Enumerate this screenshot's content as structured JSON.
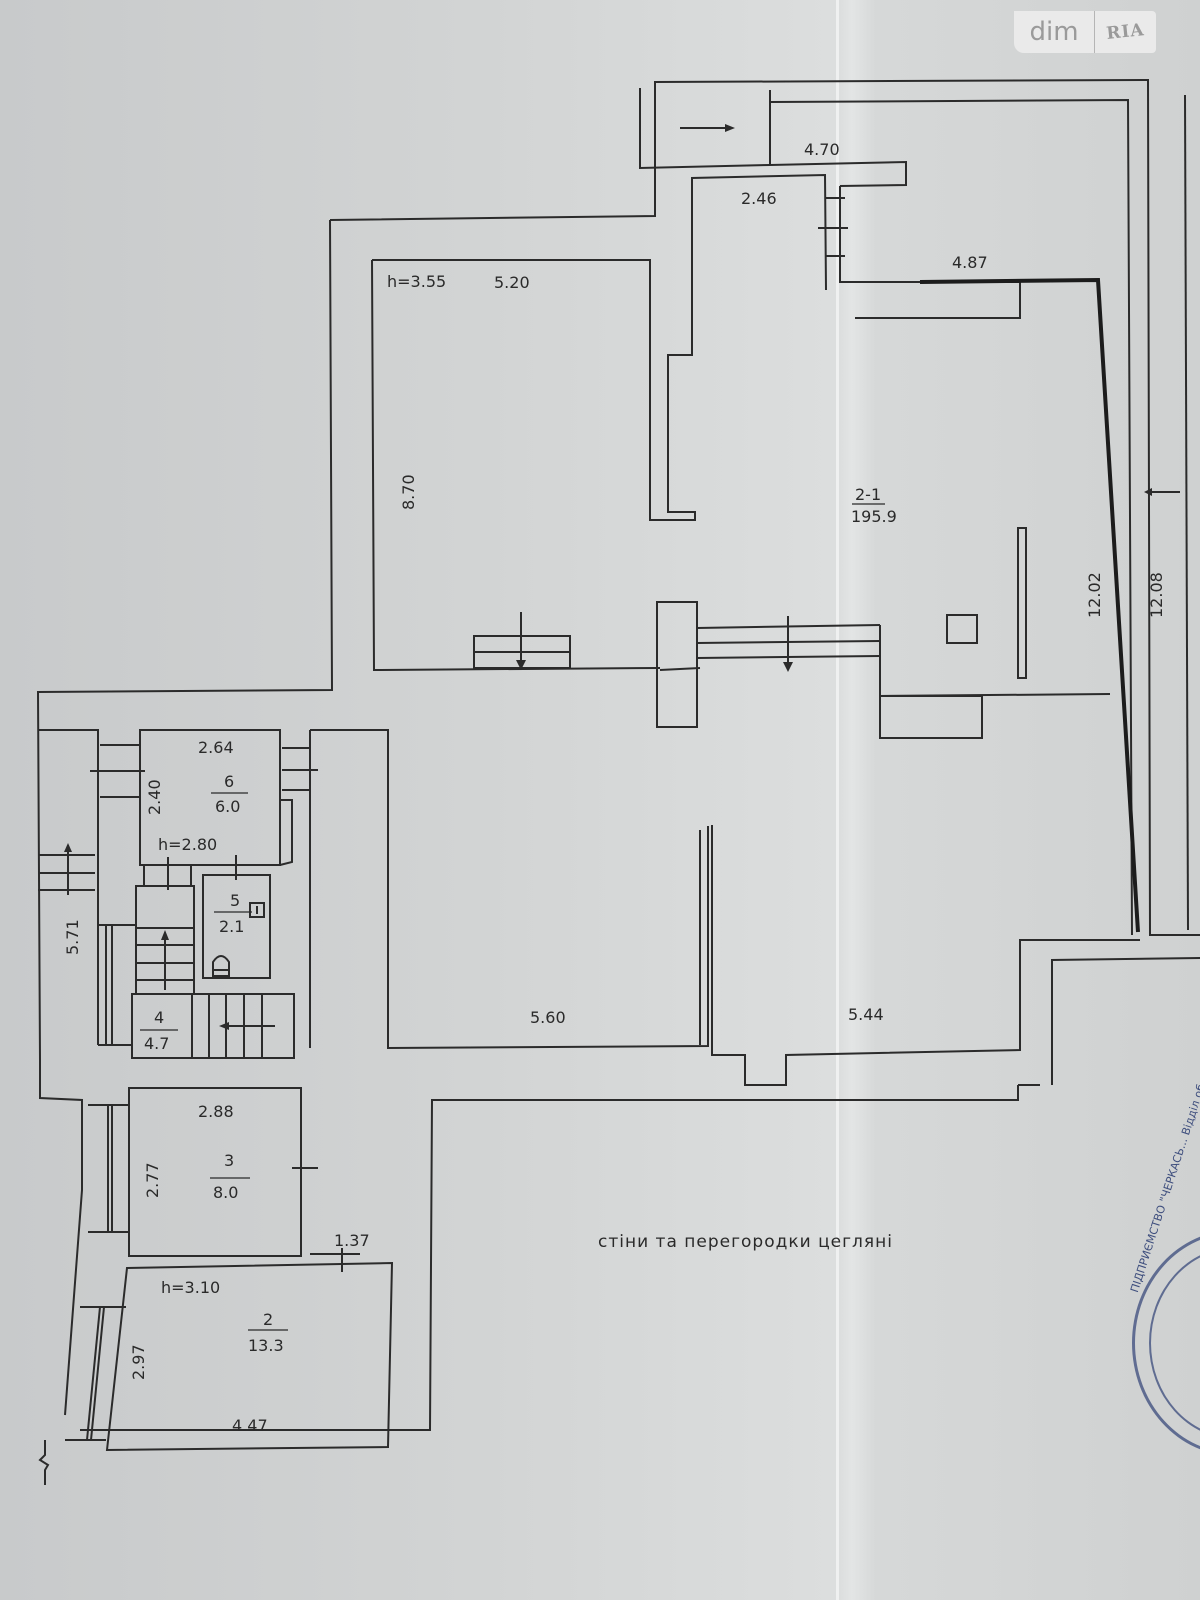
{
  "watermark": {
    "left": "dim",
    "right": "RIA"
  },
  "plan": {
    "heights": {
      "main_hall": "h=3.55",
      "room_6": "h=2.80",
      "room_2": "h=3.10"
    },
    "dimensions": {
      "top_corridor": "4.70",
      "small_room_top": "2.46",
      "main_hall_width": "5.20",
      "main_hall_depth": "8.70",
      "right_wing_width": "4.87",
      "right_inner_wall": "12.02",
      "right_outer_wall": "12.08",
      "hall_bottom_left": "5.60",
      "hall_bottom_right": "5.44",
      "stair_height": "5.71",
      "room6_width": "2.64",
      "room6_depth": "2.40",
      "room3_width": "2.88",
      "room3_depth": "2.77",
      "passage_width": "1.37",
      "room2_depth": "2.97",
      "room2_width": "4.47"
    },
    "rooms": [
      {
        "number": "2-1",
        "area": "195.9"
      },
      {
        "number": "6",
        "area": "6.0"
      },
      {
        "number": "5",
        "area": "2.1"
      },
      {
        "number": "4",
        "area": "4.7"
      },
      {
        "number": "3",
        "area": "8.0"
      },
      {
        "number": "2",
        "area": "13.3"
      }
    ],
    "legend_note": "стіни та перегородки цегляні",
    "stamp_text": "ПІДПРИЄМСТВО \"ЧЕРКАСЬ... Відділ обслуговування"
  }
}
